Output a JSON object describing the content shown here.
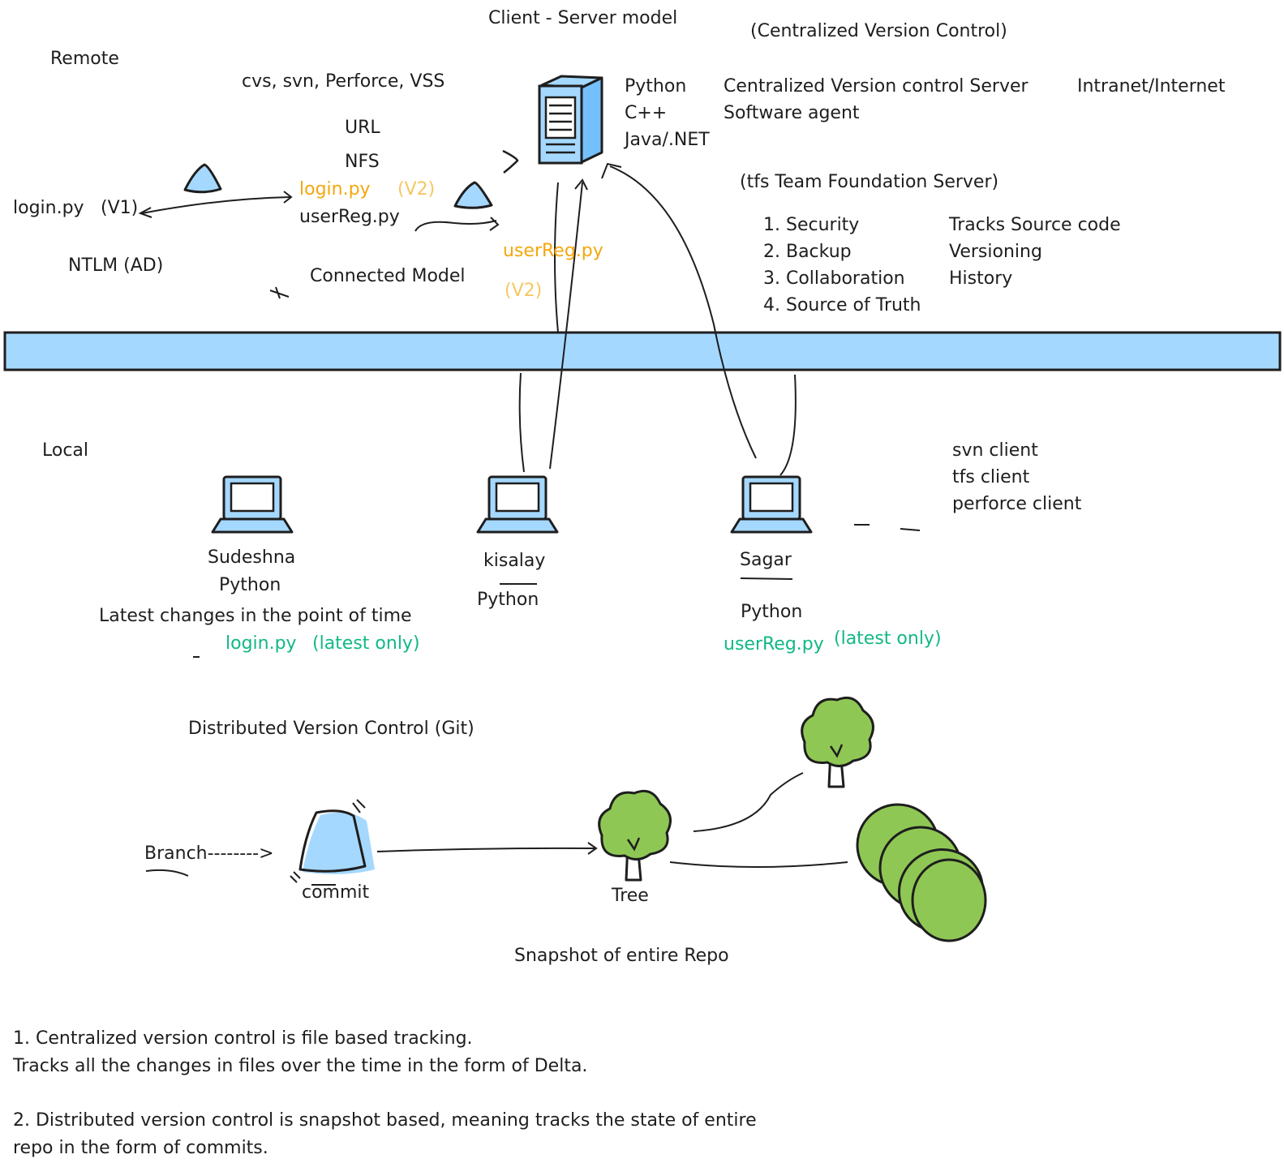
{
  "colors": {
    "accent_blue": "#a5d8ff",
    "stroke": "#1e1e1e",
    "orange": "#f4a70d",
    "orange_light": "#f6c760",
    "green_text": "#12b886",
    "tree_green": "#8fc754"
  },
  "icons": [
    "server-icon",
    "laptop-icon",
    "triangle-icon",
    "tree-icon",
    "commit-icon",
    "stacked-ovals-icon"
  ],
  "remote": {
    "title": "Client - Server model",
    "subtitle": "(Centralized Version Control)",
    "section_label": "Remote",
    "tools": "cvs,  svn, Perforce, VSS",
    "url": "URL",
    "nfs": "NFS",
    "login_v1": "login.py",
    "v1": "(V1)",
    "login_v2": "login.py",
    "v2_a": "(V2)",
    "userreg": "userReg.py",
    "userreg_v2": "userReg.py",
    "v2_b": "(V2)",
    "ntlm": "NTLM (AD)",
    "connected_model": "Connected Model",
    "languages": [
      "Python",
      "C++",
      "Java/.NET"
    ],
    "server_desc": [
      "Centralized Version control Server",
      "Software agent"
    ],
    "network": "Intranet/Internet",
    "tfs": "(tfs Team Foundation Server)",
    "benefits": [
      "1. Security",
      "2. Backup",
      "3. Collaboration",
      "4. Source of Truth"
    ],
    "tracks": [
      "Tracks Source code",
      "Versioning",
      "History"
    ]
  },
  "local": {
    "section_label": "Local",
    "users": {
      "sudeshna": {
        "name": "Sudeshna",
        "lang": "Python"
      },
      "kisalay": {
        "name": "kisalay",
        "lang": "Python"
      },
      "sagar": {
        "name": "Sagar",
        "lang": "Python"
      }
    },
    "latest_changes": "Latest changes in the point of time",
    "login_latest": "login.py",
    "latest_only_a": "(latest only)",
    "userreg_latest": "userReg.py",
    "latest_only_b": "(latest only)",
    "clients": [
      "svn client",
      "tfs client",
      "perforce client"
    ]
  },
  "git": {
    "title": "Distributed Version Control (Git)",
    "branch": "Branch-------->",
    "commit": "commit",
    "tree": "Tree",
    "snapshot": "Snapshot of entire Repo"
  },
  "notes": {
    "n1": "1. Centralized version control is file based tracking.\nTracks all the changes in files over the time in the form of Delta.",
    "n2": "2. Distributed version control is snapshot based, meaning tracks the state of entire\nrepo in the form of commits."
  }
}
